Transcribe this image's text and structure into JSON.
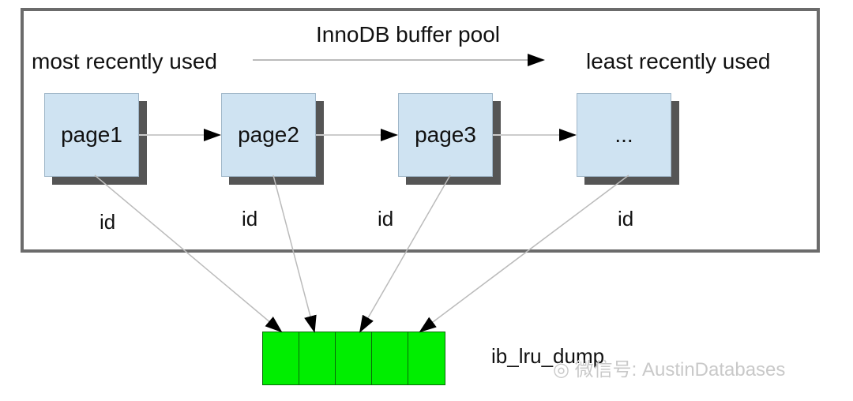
{
  "title": "InnoDB buffer pool",
  "mru_label": "most recently used",
  "lru_label": "least recently used",
  "pages": [
    {
      "label": "page1",
      "id_label": "id"
    },
    {
      "label": "page2",
      "id_label": "id"
    },
    {
      "label": "page3",
      "id_label": "id"
    },
    {
      "label": "...",
      "id_label": "id"
    }
  ],
  "dump": {
    "label": "ib_lru_dump",
    "slot_count": 5
  },
  "watermark": "微信号: AustinDatabases",
  "colors": {
    "page_fill": "#cfe3f2",
    "dump_fill": "#00ee00",
    "border": "#6b6b6b"
  }
}
